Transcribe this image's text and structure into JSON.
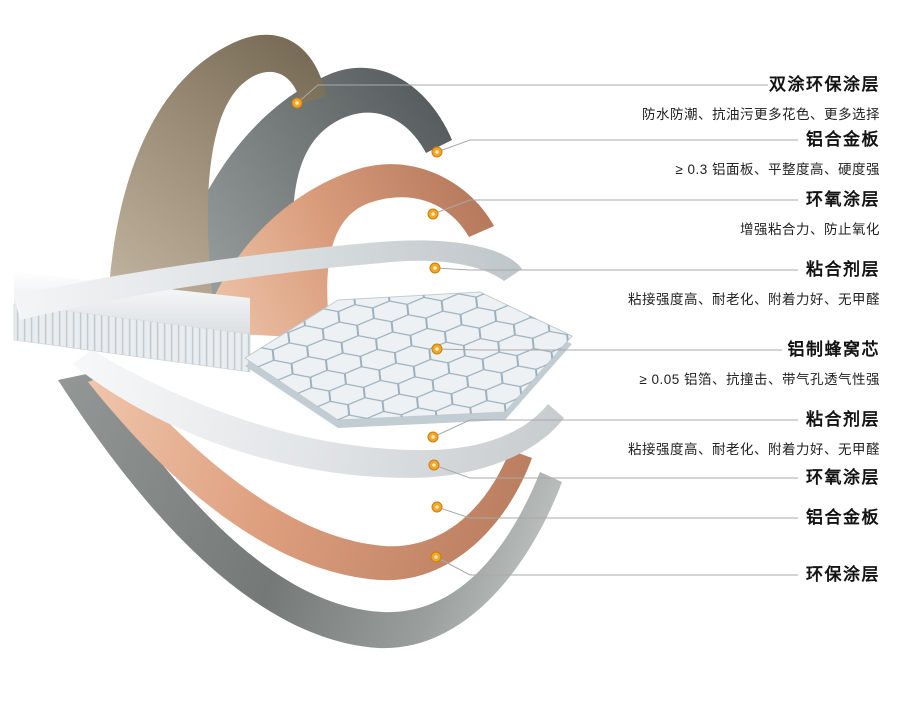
{
  "layers": [
    {
      "title": "双涂环保涂层",
      "desc": "防水防潮、抗油污更多花色、更多选择"
    },
    {
      "title": "铝合金板",
      "desc": "≥ 0.3 铝面板、平整度高、硬度强"
    },
    {
      "title": "环氧涂层",
      "desc": "增强粘合力、防止氧化"
    },
    {
      "title": "粘合剂层",
      "desc": "粘接强度高、耐老化、附着力好、无甲醛"
    },
    {
      "title": "铝制蜂窝芯",
      "desc": "≥ 0.05 铝箔、抗撞击、带气孔透气性强"
    },
    {
      "title": "粘合剂层",
      "desc": "粘接强度高、耐老化、附着力好、无甲醛"
    },
    {
      "title": "环氧涂层"
    },
    {
      "title": "铝合金板"
    },
    {
      "title": "环保涂层"
    }
  ],
  "colors": {
    "background": "#FFFFFF",
    "callout_dot": "#F5A623",
    "callout_dot_ring": "#C77F14",
    "leader_line": "#A9A9A9",
    "title_text": "#141414",
    "desc_text": "#222222",
    "coating_tan": "#9B8C76",
    "aluminum_gray": "#7C8281",
    "copper_epoxy": "#D89B7A",
    "adhesive_white": "#DDE1E3",
    "honeycomb_cell": "#EDF1F4",
    "honeycomb_wall": "#9CB0BD"
  }
}
